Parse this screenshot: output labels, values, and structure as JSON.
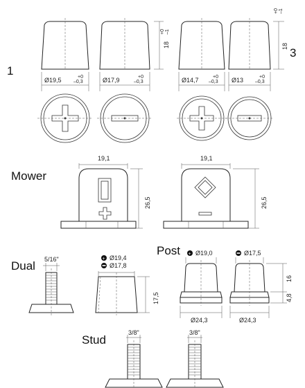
{
  "sections": {
    "one": "1",
    "three": "3",
    "mower": "Mower",
    "dual": "Dual",
    "post": "Post",
    "stud": "Stud"
  },
  "terminals_row1": {
    "d1": "Ø19,5",
    "d2": "Ø17,9",
    "d3": "Ø14,7",
    "d4": "Ø13",
    "tol_plus": "+0",
    "tol_minus": "–0,3",
    "height_left": "18",
    "height_right": "18",
    "htol_plus": "+0",
    "htol_minus": "–1"
  },
  "mower": {
    "width_left": "19,1",
    "height_left": "26,5",
    "width_right": "19,1",
    "height_right": "26,5"
  },
  "dual": {
    "thread": "5/16\"",
    "d_plus": "Ø19,4",
    "d_minus": "Ø17,8",
    "height": "17,5"
  },
  "post": {
    "d_plus": "Ø19,0",
    "d_minus": "Ø17,5",
    "base_left": "Ø24,3",
    "base_right": "Ø24,3",
    "height_top": "16",
    "height_bottom": "4,8"
  },
  "stud": {
    "thread_left": "3/8\"",
    "thread_right": "3/8\""
  }
}
